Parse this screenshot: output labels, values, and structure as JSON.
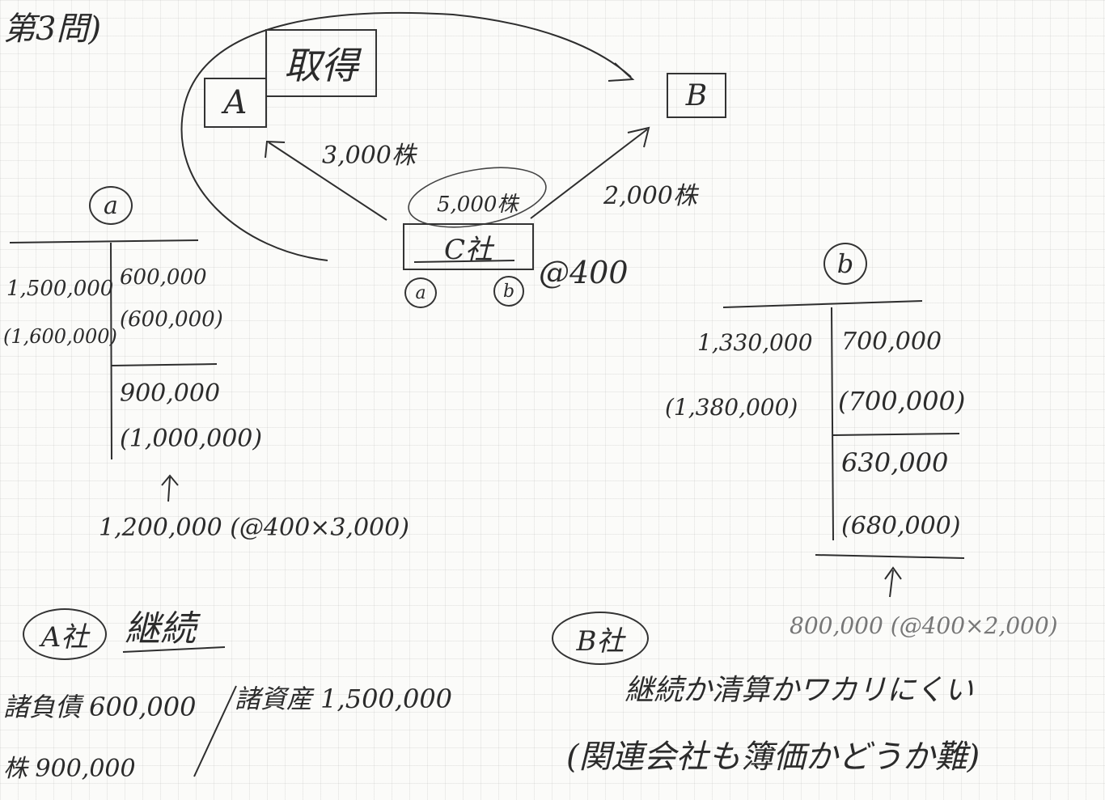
{
  "title": "第3問)",
  "diagram": {
    "box_a": "A",
    "box_acq": "取得",
    "box_b": "B",
    "box_c": "C社",
    "edge_a_shares": "3,000株",
    "edge_b_shares": "2,000株",
    "c_total_shares": "5,000株",
    "c_price": "@400",
    "c_label_a": "a",
    "c_label_b": "b"
  },
  "t_account_a": {
    "label": "a",
    "left_1": "1,500,000",
    "left_2": "(1,600,000)",
    "right_1": "600,000",
    "right_2": "(600,000)",
    "right_3": "900,000",
    "right_4": "(1,000,000)",
    "total_label": "1,200,000 (@400×3,000)"
  },
  "t_account_b": {
    "label": "b",
    "left_1": "1,330,000",
    "left_2": "(1,380,000)",
    "right_1": "700,000",
    "right_2": "(700,000)",
    "right_3": "630,000",
    "right_4": "(680,000)",
    "total_label": "800,000 (@400×2,000)"
  },
  "notes": {
    "a_company_label": "A社",
    "a_company_status": "継続",
    "b_company_label": "B社",
    "entry_1": "諸負債 600,000",
    "entry_2": "諸資産 1,500,000",
    "entry_3": "株 900,000",
    "b_note_1": "継続か清算かワカリにくい",
    "b_note_2": "(関連会社も簿価かどうか難)"
  }
}
